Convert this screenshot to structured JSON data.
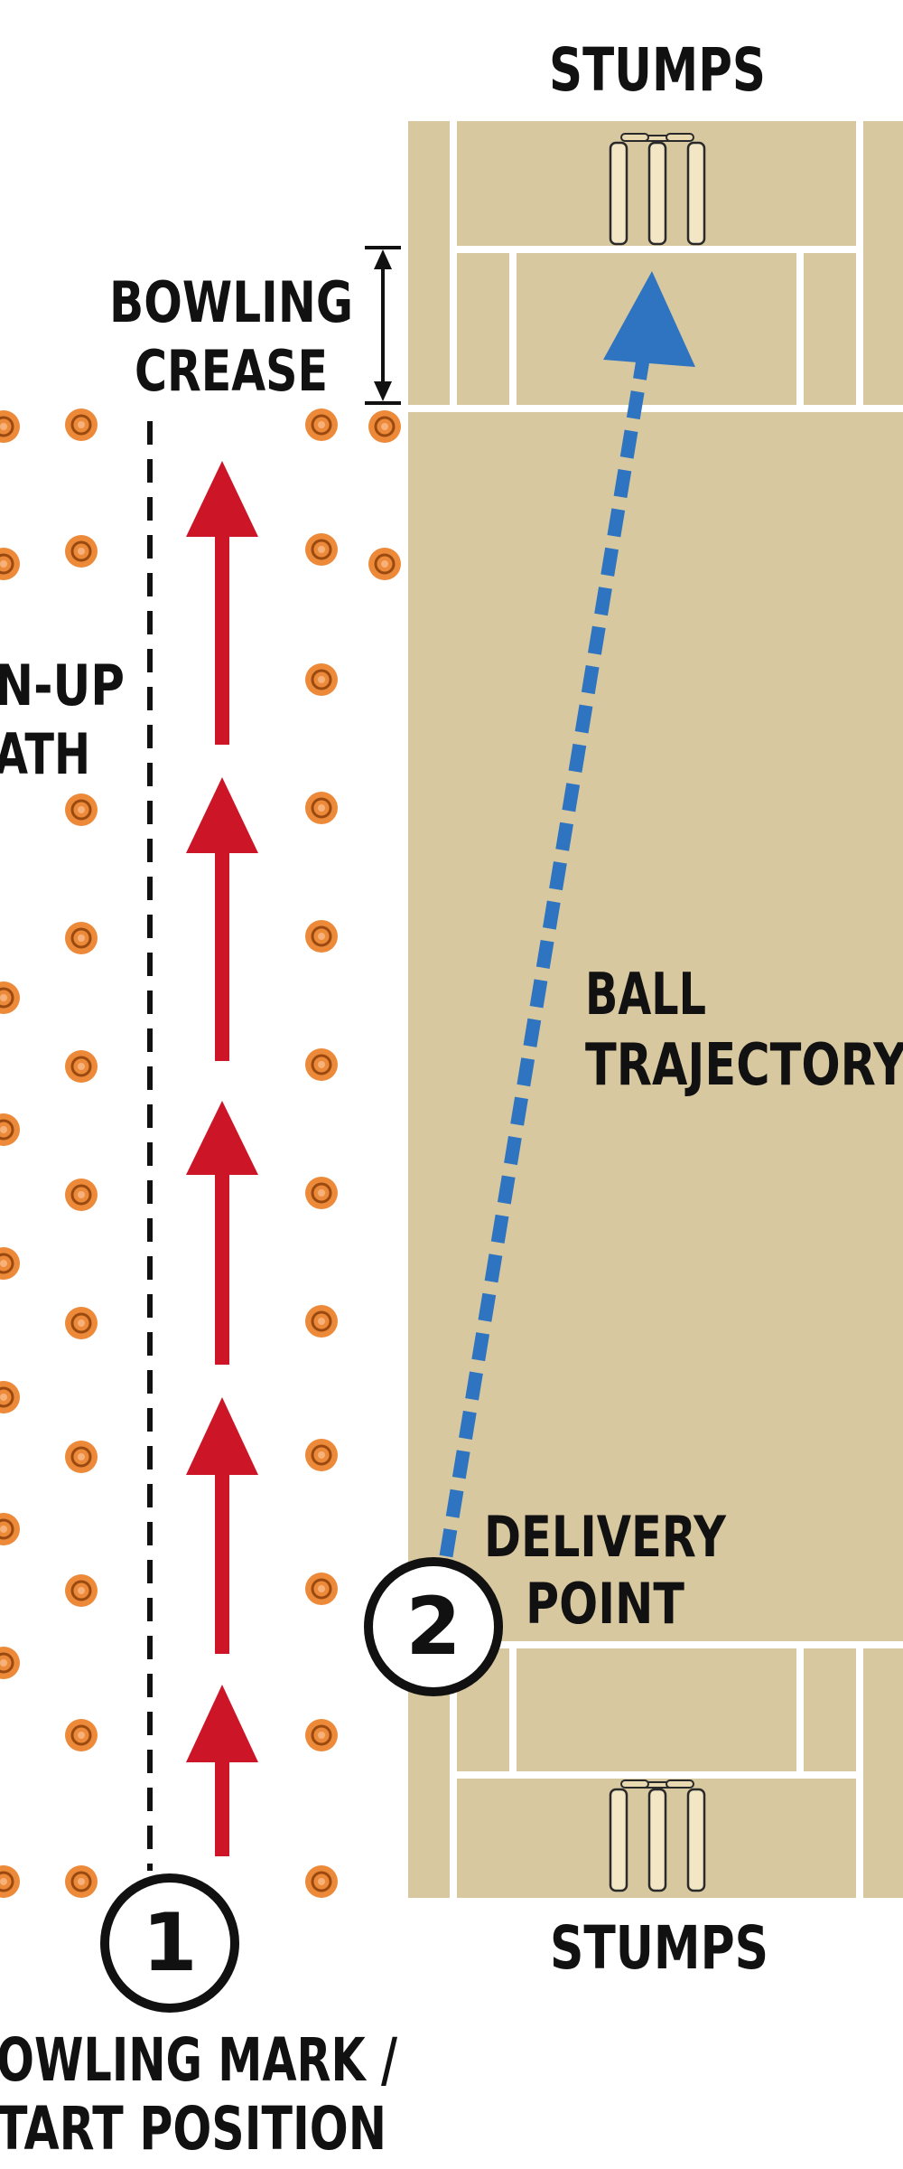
{
  "labels": {
    "stumps_top": "STUMPS",
    "stumps_bottom": "STUMPS",
    "bowling_crease_line1": "BOWLING",
    "bowling_crease_line2": "CREASE",
    "run_up_line1": "N-UP",
    "run_up_line2": "ATH",
    "ball_trajectory_line1": "BALL",
    "ball_trajectory_line2": "TRAJECTORY",
    "delivery_point_line1": "DELIVERY",
    "delivery_point_line2": "POINT",
    "bowling_mark_line1": "OWLING MARK /",
    "bowling_mark_line2": "TART POSITION"
  },
  "markers": {
    "start_number": "1",
    "delivery_number": "2"
  },
  "colors": {
    "pitch": "#d8c8a0",
    "crease_lines": "#ffffff",
    "run_up_arrows": "#cc1627",
    "trajectory": "#2f74c0",
    "cones": "#ec8a3a",
    "text": "#111111"
  },
  "icons": [
    "stumps-icon",
    "cone-marker-icon",
    "arrow-up-icon",
    "dimension-arrow-icon"
  ]
}
